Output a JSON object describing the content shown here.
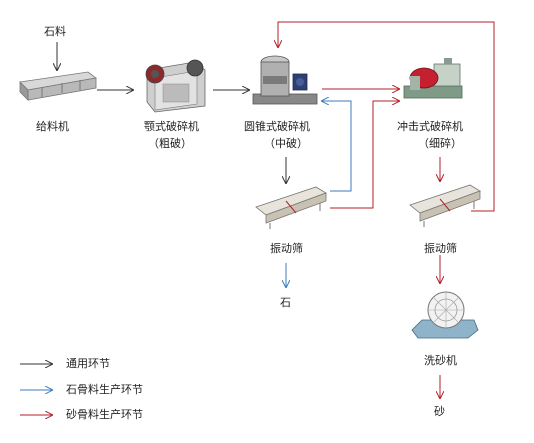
{
  "input_label": "石料",
  "machines": {
    "feeder": "给料机",
    "jaw_crusher": {
      "name": "颚式破碎机",
      "stage": "（粗破）"
    },
    "cone_crusher": {
      "name": "圆锥式破碎机",
      "stage": "（中破）"
    },
    "impact_crusher": {
      "name": "冲击式破碎机",
      "stage": "（细碎）"
    },
    "screen_1": "振动筛",
    "screen_2": "振动筛",
    "sand_washer": "洗砂机"
  },
  "outputs": {
    "stone": "石",
    "sand": "砂"
  },
  "legend": [
    {
      "label": "通用环节",
      "color": "#333333"
    },
    {
      "label": "石骨料生产环节",
      "color": "#3b7bbf"
    },
    {
      "label": "砂骨料生产环节",
      "color": "#b0202a"
    }
  ],
  "colors": {
    "general": "#333333",
    "stone_line": "#3b7bbf",
    "sand_line": "#b0202a"
  }
}
